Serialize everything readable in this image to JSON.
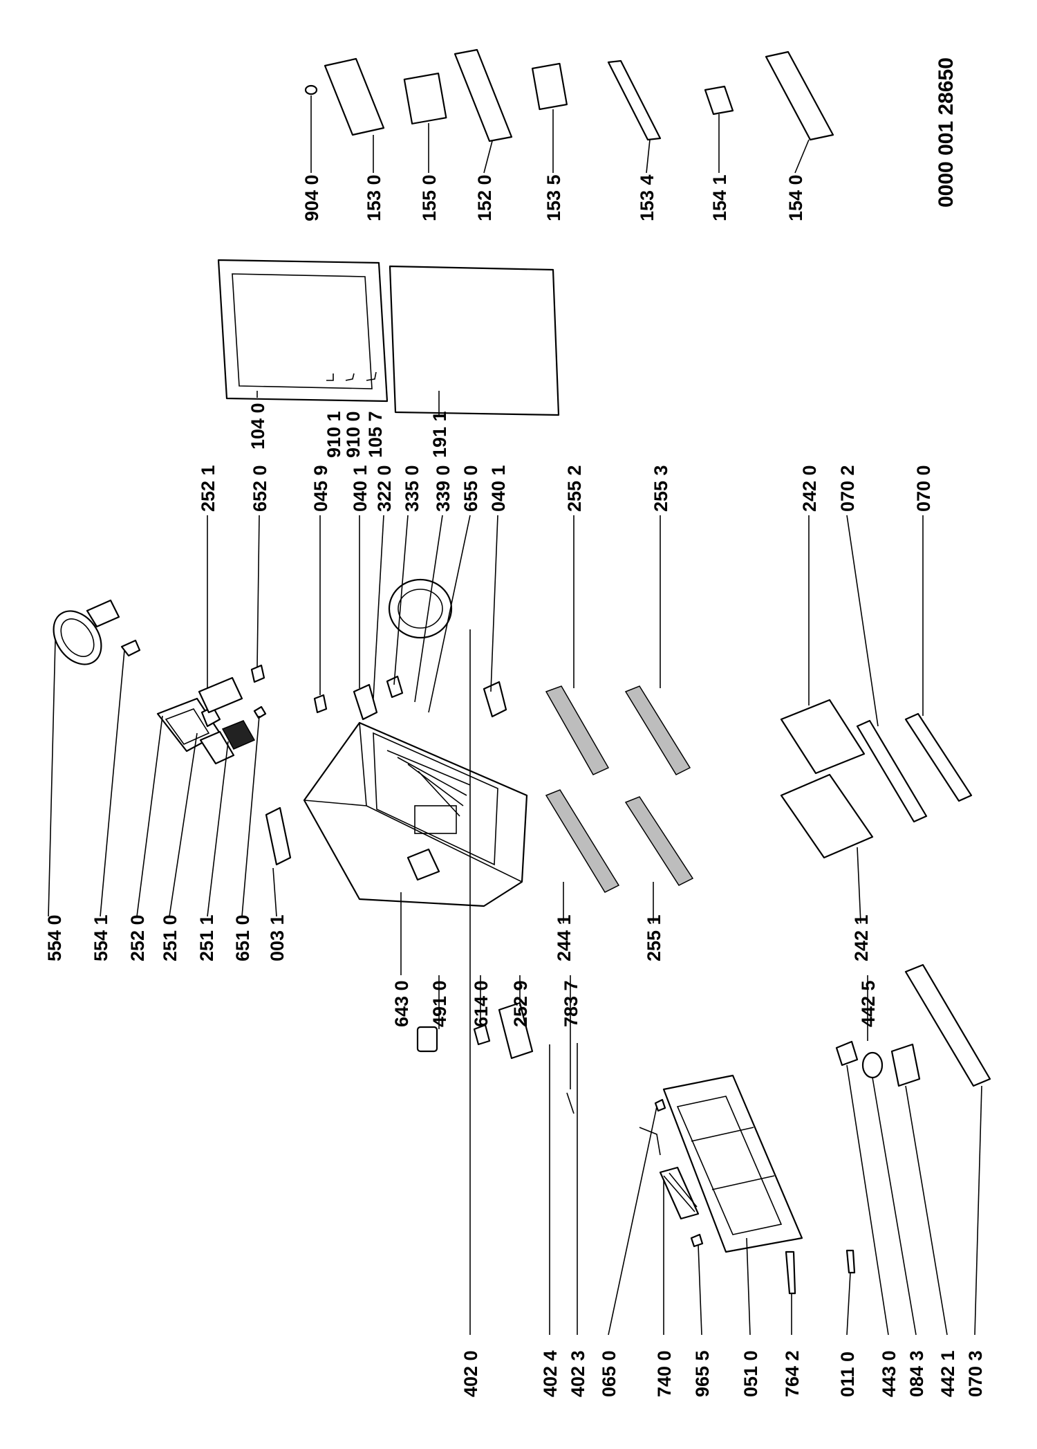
{
  "document_number": "0000 001 28650",
  "labels": [
    {
      "id": "554-0",
      "text": "554 0"
    },
    {
      "id": "554-1",
      "text": "554 1"
    },
    {
      "id": "252-0",
      "text": "252 0"
    },
    {
      "id": "251-0",
      "text": "251 0"
    },
    {
      "id": "251-1",
      "text": "251 1"
    },
    {
      "id": "651-0",
      "text": "651 0"
    },
    {
      "id": "003-1",
      "text": "003 1"
    },
    {
      "id": "252-1",
      "text": "252 1"
    },
    {
      "id": "652-0",
      "text": "652 0"
    },
    {
      "id": "045-9",
      "text": "045 9"
    },
    {
      "id": "040-1a",
      "text": "040 1"
    },
    {
      "id": "322-0",
      "text": "322 0"
    },
    {
      "id": "335-0",
      "text": "335 0"
    },
    {
      "id": "339-0",
      "text": "339 0"
    },
    {
      "id": "655-0",
      "text": "655 0"
    },
    {
      "id": "040-1b",
      "text": "040 1"
    },
    {
      "id": "104-0",
      "text": "104 0"
    },
    {
      "id": "910-1",
      "text": "910 1"
    },
    {
      "id": "910-0",
      "text": "910 0"
    },
    {
      "id": "105-7",
      "text": "105 7"
    },
    {
      "id": "191-1",
      "text": "191 1"
    },
    {
      "id": "904-0",
      "text": "904 0"
    },
    {
      "id": "153-0",
      "text": "153 0"
    },
    {
      "id": "155-0",
      "text": "155 0"
    },
    {
      "id": "152-0",
      "text": "152 0"
    },
    {
      "id": "153-5",
      "text": "153 5"
    },
    {
      "id": "153-4",
      "text": "153 4"
    },
    {
      "id": "154-1",
      "text": "154 1"
    },
    {
      "id": "154-0",
      "text": "154 0"
    },
    {
      "id": "643-0",
      "text": "643 0"
    },
    {
      "id": "491-0",
      "text": "491 0"
    },
    {
      "id": "614-0",
      "text": "614 0"
    },
    {
      "id": "252-9",
      "text": "252 9"
    },
    {
      "id": "783-7",
      "text": "783 7"
    },
    {
      "id": "244-1",
      "text": "244 1"
    },
    {
      "id": "255-1",
      "text": "255 1"
    },
    {
      "id": "255-2",
      "text": "255 2"
    },
    {
      "id": "255-3",
      "text": "255 3"
    },
    {
      "id": "242-1",
      "text": "242 1"
    },
    {
      "id": "242-0",
      "text": "242 0"
    },
    {
      "id": "070-2",
      "text": "070 2"
    },
    {
      "id": "070-0",
      "text": "070 0"
    },
    {
      "id": "442-5",
      "text": "442 5"
    },
    {
      "id": "402-0",
      "text": "402 0"
    },
    {
      "id": "402-4",
      "text": "402 4"
    },
    {
      "id": "402-3",
      "text": "402 3"
    },
    {
      "id": "065-0",
      "text": "065 0"
    },
    {
      "id": "740-0",
      "text": "740 0"
    },
    {
      "id": "965-5",
      "text": "965 5"
    },
    {
      "id": "051-0",
      "text": "051 0"
    },
    {
      "id": "764-2",
      "text": "764 2"
    },
    {
      "id": "011-0",
      "text": "011 0"
    },
    {
      "id": "443-0",
      "text": "443 0"
    },
    {
      "id": "084-3",
      "text": "084 3"
    },
    {
      "id": "442-1",
      "text": "442 1"
    },
    {
      "id": "070-3",
      "text": "070 3"
    }
  ]
}
